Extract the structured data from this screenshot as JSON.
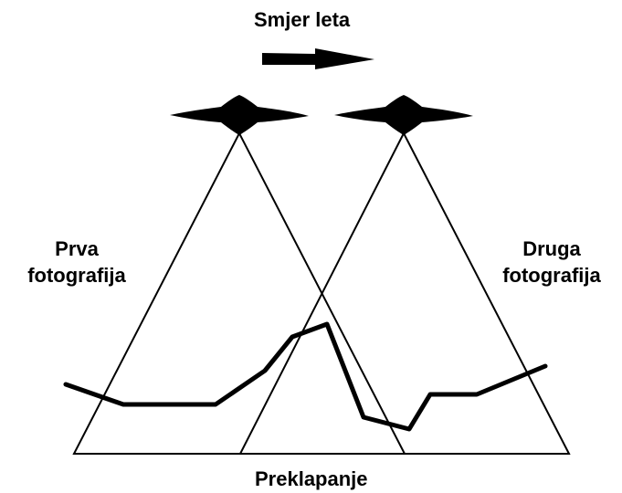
{
  "diagram": {
    "title": "Smjer leta",
    "first_photo": [
      "Prva",
      "fotografija"
    ],
    "second_photo": [
      "Druga",
      "fotografija"
    ],
    "overlap": "Preklapanje",
    "colors": {
      "stroke": "#000000",
      "background": "#ffffff"
    }
  }
}
